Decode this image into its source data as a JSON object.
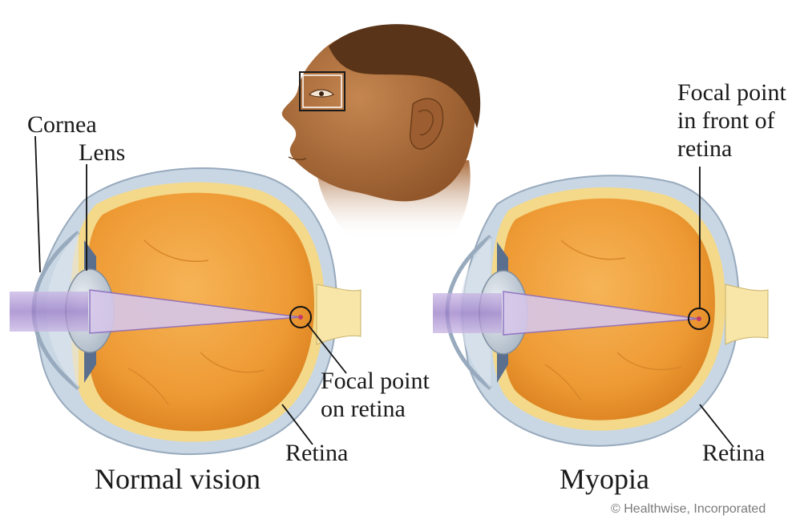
{
  "labels": {
    "cornea": "Cornea",
    "lens": "Lens",
    "focal_point_on_retina_line1": "Focal point",
    "focal_point_on_retina_line2": "on retina",
    "retina_left": "Retina",
    "normal_vision": "Normal vision",
    "focal_point_front_line1": "Focal point",
    "focal_point_front_line2": "in front of",
    "focal_point_front_line3": "retina",
    "retina_right": "Retina",
    "myopia": "Myopia"
  },
  "copyright": "© Healthwise, Incorporated",
  "colors": {
    "eyeball": "#f0a23c",
    "sclera": "#c9d7e4",
    "choroid": "#f4d98a",
    "light_beam": "#b79ad6",
    "skin": "#a86a3a",
    "hair": "#5a3418"
  }
}
